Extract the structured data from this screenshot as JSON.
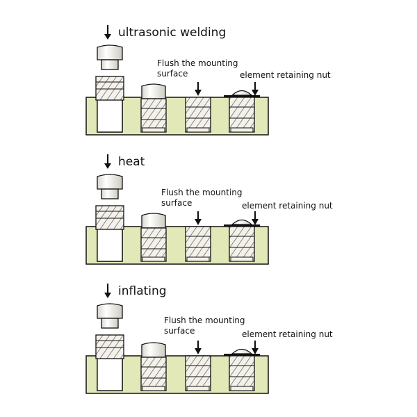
{
  "panels": [
    {
      "title": "ultrasonic welding",
      "flush_label_line1": "Flush the mounting",
      "flush_label_line2": "surface",
      "nut_label": "element retaining nut"
    },
    {
      "title": "heat",
      "flush_label_line1": "Flush the mounting",
      "flush_label_line2": "surface",
      "nut_label": "element retaining nut"
    },
    {
      "title": "inflating",
      "flush_label_line1": "Flush the mounting",
      "flush_label_line2": "surface",
      "nut_label": "element retaining nut"
    }
  ],
  "colors": {
    "base_fill": "#e3e8b8",
    "outline": "#111111",
    "metal": "#f4f1ea"
  }
}
